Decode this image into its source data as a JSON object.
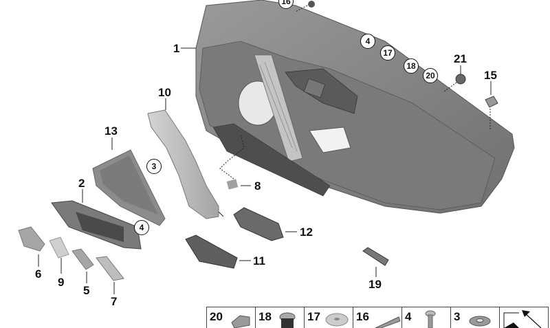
{
  "diagram": {
    "type": "exploded parts diagram",
    "subject": "door trim panel with switch trims, armrest grip, speaker cover and fasteners",
    "callouts": [
      {
        "id": "1",
        "style": "plain",
        "part": "door trim panel"
      },
      {
        "id": "2",
        "style": "plain",
        "part": "switch cluster trim"
      },
      {
        "id": "3",
        "style": "circled"
      },
      {
        "id": "4",
        "style": "circled"
      },
      {
        "id": "4b",
        "text": "4",
        "style": "circled"
      },
      {
        "id": "5",
        "style": "plain"
      },
      {
        "id": "6",
        "style": "plain"
      },
      {
        "id": "7",
        "style": "plain"
      },
      {
        "id": "8",
        "style": "plain"
      },
      {
        "id": "9",
        "style": "plain"
      },
      {
        "id": "10",
        "style": "plain",
        "part": "grab handle"
      },
      {
        "id": "11",
        "style": "plain",
        "part": "seat/mirror switch trim"
      },
      {
        "id": "12",
        "style": "plain",
        "part": "window switch trim"
      },
      {
        "id": "13",
        "style": "plain",
        "part": "speaker grille"
      },
      {
        "id": "15",
        "style": "plain"
      },
      {
        "id": "16",
        "style": "circled"
      },
      {
        "id": "17",
        "style": "circled"
      },
      {
        "id": "18",
        "style": "circled"
      },
      {
        "id": "19",
        "style": "plain"
      },
      {
        "id": "20",
        "style": "circled"
      },
      {
        "id": "21",
        "style": "plain"
      }
    ]
  },
  "labels": {
    "l1": "1",
    "l2": "2",
    "l5": "5",
    "l6": "6",
    "l7": "7",
    "l8": "8",
    "l9": "9",
    "l10": "10",
    "l11": "11",
    "l12": "12",
    "l13": "13",
    "l15": "15",
    "l19": "19",
    "l21": "21",
    "c3": "3",
    "c4a": "4",
    "c4b": "4",
    "c16": "16",
    "c17": "17",
    "c18": "18",
    "c20": "20"
  },
  "legend": {
    "cells": [
      {
        "num": "20",
        "icon": "clip-icon"
      },
      {
        "num": "18",
        "icon": "expanding-rivet-icon"
      },
      {
        "num": "17",
        "icon": "plastic-nut-icon"
      },
      {
        "num": "16",
        "icon": "bracket-clip-icon"
      },
      {
        "num": "4",
        "icon": "screw-icon"
      },
      {
        "num": "3",
        "icon": "washer-icon"
      },
      {
        "num": "",
        "icon": "arrow-symbol-icon"
      }
    ]
  },
  "colors": {
    "panel_dark": "#6e6e6e",
    "panel_mid": "#8a8a8a",
    "panel_light": "#b4b4b4",
    "trim_light": "#c8c8c8",
    "text": "#111111"
  }
}
